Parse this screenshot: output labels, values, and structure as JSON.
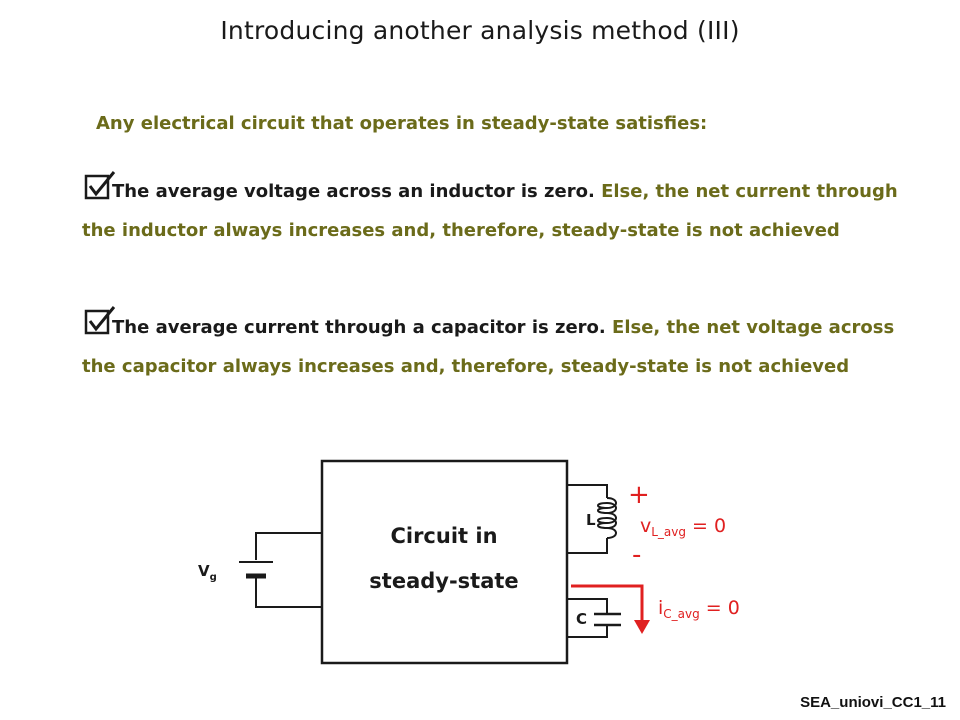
{
  "slide": {
    "title": "Introducing another analysis method (III)",
    "intro": "Any electrical circuit that operates in steady-state satisfies:",
    "bullets": [
      {
        "lead": "The average voltage across an inductor is zero.",
        "rest": " Else, the net current through the inductor always increases and, therefore, steady-state is not achieved"
      },
      {
        "lead": "The average current through a capacitor is zero.",
        "rest": " Else, the net voltage across the capacitor always increases and, therefore, steady-state is not achieved"
      }
    ],
    "footer": "SEA_uniovi_CC1_11"
  },
  "diagram": {
    "box_line1": "Circuit in",
    "box_line2": "steady-state",
    "source_label": "V",
    "source_sub": "g",
    "inductor_label": "L",
    "capacitor_label": "C",
    "plus": "+",
    "minus": "-",
    "vl_main": "v",
    "vl_sub": "L_avg",
    "vl_eq": " = 0",
    "ic_main": "i",
    "ic_sub": "C_avg",
    "ic_eq": " = 0",
    "colors": {
      "accent_red": "#e02020",
      "olive": "#6b6b1a",
      "text_dark": "#1a1a1a"
    }
  }
}
